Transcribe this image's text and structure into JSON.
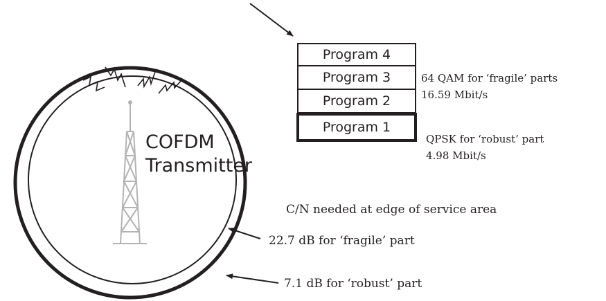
{
  "transmitter": {
    "line1": "COFDM",
    "line2": "Transmitter"
  },
  "programs": [
    {
      "label": "Program 4"
    },
    {
      "label": "Program 3"
    },
    {
      "label": "Program 2"
    },
    {
      "label": "Program 1"
    }
  ],
  "modulation": {
    "fragile_line1": "64 QAM  for  ‘fragile’ parts",
    "fragile_line2": "16.59  Mbit/s",
    "robust_line1": "QPSK  for  ‘robust’  part",
    "robust_line2": "4.98  Mbit/s"
  },
  "service_area": {
    "heading": "C/N needed  at edge  of  service area",
    "fragile": "22.7  dB  for  ‘fragile’ part",
    "robust": "7.1  dB  for  ‘robust’ part"
  },
  "colors": {
    "ink": "#231f20",
    "tower": "#b3b3b3"
  }
}
